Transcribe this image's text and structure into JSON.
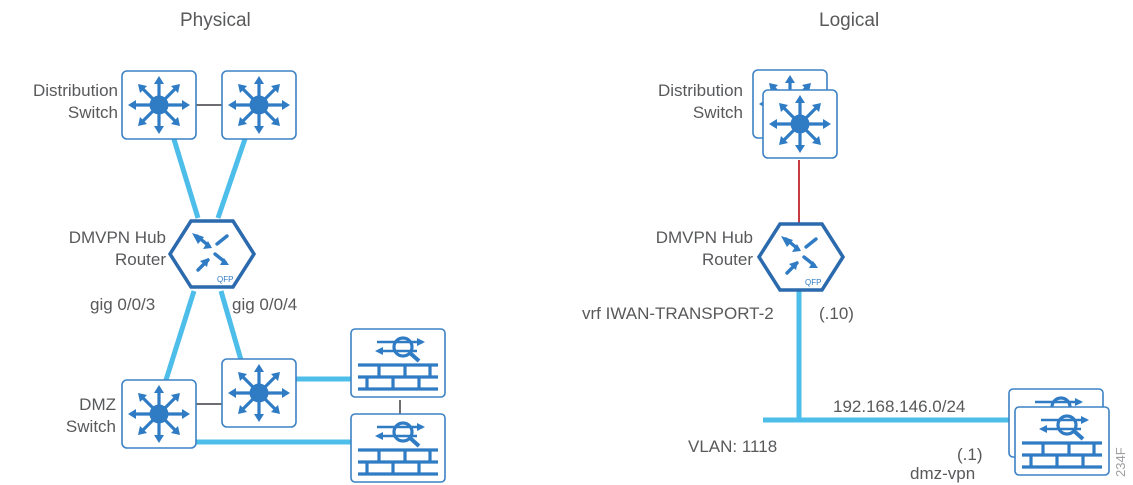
{
  "headings": {
    "physical": "Physical",
    "logical": "Logical"
  },
  "physical": {
    "distribution_label": [
      "Distribution",
      "Switch"
    ],
    "hub_label": [
      "DMVPN Hub",
      "Router"
    ],
    "dmz_label": [
      "DMZ",
      "Switch"
    ],
    "port_left": "gig 0/0/3",
    "port_right": "gig 0/0/4",
    "router_badge": "QFP"
  },
  "logical": {
    "distribution_label": [
      "Distribution",
      "Switch"
    ],
    "hub_label": [
      "DMVPN Hub",
      "Router"
    ],
    "vrf": "vrf IWAN-TRANSPORT-2",
    "hub_host": "(.10)",
    "subnet": "192.168.146.0/24",
    "vlan": "VLAN: 1118",
    "fw_host": "(.1)",
    "fw_name": "dmz-vpn",
    "router_badge": "QFP"
  },
  "figure_id": "234F",
  "colors": {
    "link": "#4dbde9",
    "device": "#3c82c5",
    "device_edge": "#2a6aad",
    "vlan_link": "#c1272d",
    "text": "#58595b"
  }
}
